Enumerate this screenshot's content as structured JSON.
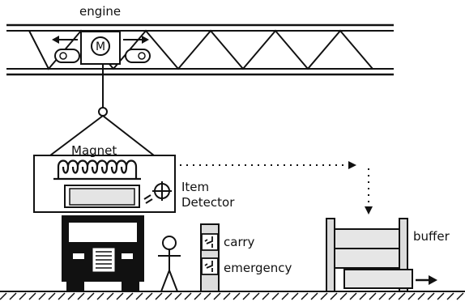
{
  "labels": {
    "engine": "engine",
    "motor": "M",
    "magnet": "Magnet",
    "item_detector_line1": "Item",
    "item_detector_line2": "Detector",
    "carry": "carry",
    "emergency": "emergency",
    "buffer": "buffer"
  },
  "colors": {
    "ink": "#111111",
    "panel_fill": "#e4e4e4",
    "buffer_fill": "#e6e6e6"
  },
  "icons": {
    "motor": "motor-icon",
    "truck": "truck-icon",
    "person": "person-icon",
    "detector": "sensor-icon",
    "coil": "coil-icon",
    "switch": "switch-icon",
    "arrow": "arrow-icon"
  }
}
